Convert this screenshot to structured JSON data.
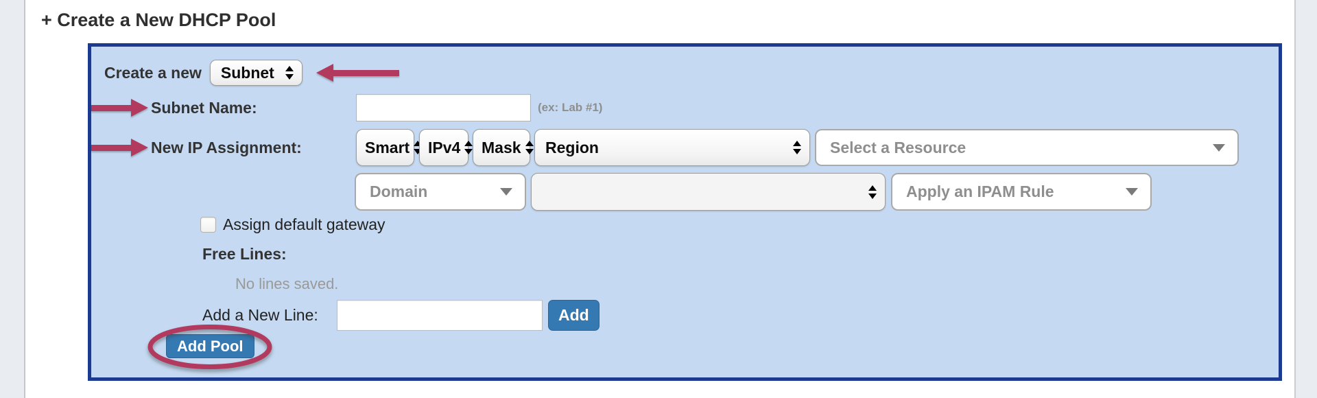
{
  "page": {
    "title": "+ Create a New DHCP Pool"
  },
  "form": {
    "type_row": {
      "label": "Create a new",
      "selected": "Subnet"
    },
    "name_row": {
      "label": "Subnet Name:",
      "value": "",
      "hint": "(ex: Lab #1)"
    },
    "ip_row": {
      "label": "New IP Assignment:",
      "mode_selected": "Smart",
      "family_selected": "IPv4",
      "mask_selected": "Mask",
      "region_selected": "Region",
      "resource_placeholder": "Select a Resource"
    },
    "secondary_row": {
      "domain_placeholder": "Domain",
      "pool_selected": "",
      "ipam_placeholder": "Apply an IPAM Rule"
    },
    "gateway_row": {
      "label": "Assign default gateway",
      "checked": false
    },
    "free_lines_row": {
      "label": "Free Lines:",
      "empty_text": "No lines saved."
    },
    "add_line_row": {
      "label": "Add a New Line:",
      "value": "",
      "button_label": "Add"
    },
    "submit_row": {
      "button_label": "Add Pool"
    }
  },
  "colors": {
    "panel_background": "#c5daf2",
    "panel_border": "#1d3a91",
    "annotation_accent": "#b23a5f",
    "primary_button": "#3579b2",
    "placeholder_text": "#8e8e8e"
  }
}
